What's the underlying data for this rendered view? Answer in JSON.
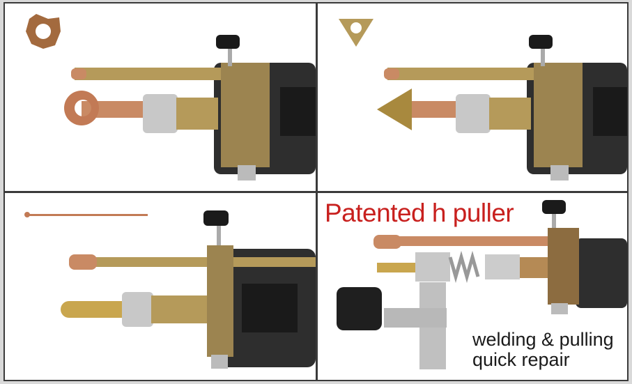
{
  "panels": [
    {
      "name": "star-washer-panel"
    },
    {
      "name": "triangle-washer-panel"
    },
    {
      "name": "pin-panel"
    },
    {
      "name": "puller-panel",
      "title": "Patented h puller",
      "caption_line1": "welding & pulling",
      "caption_line2": "quick repair"
    }
  ],
  "colors": {
    "title": "#c8201e",
    "brass": "#b59a5a",
    "copper": "#c98a64",
    "body": "#2e2e2e",
    "steel": "#c8c8c8"
  }
}
